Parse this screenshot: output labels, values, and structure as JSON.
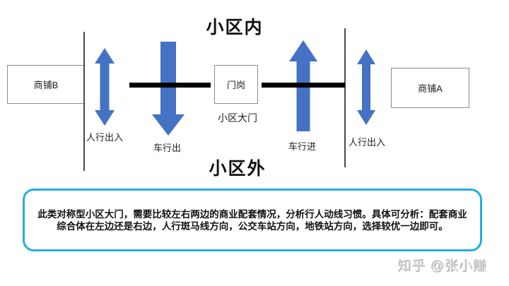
{
  "diagram": {
    "title_inside": "小区内",
    "title_outside": "小区外",
    "boxes": {
      "shop_b": "商铺B",
      "gate_post": "门岗",
      "shop_a": "商铺A"
    },
    "labels": {
      "gate": "小区大门",
      "pedestrian_left": "人行出入",
      "vehicle_out": "车行出",
      "vehicle_in": "车行进",
      "pedestrian_right": "人行出入"
    }
  },
  "note": {
    "text": "此类对称型小区大门，需要比较左右两边的商业配套情况，分析行人动线习惯。具体可分析：配套商业综合体在左边还是右边，人行斑马线方向，公交车站方向，地铁站方向，选择较优一边即可。"
  },
  "watermark": {
    "text": "知乎 @张小赚"
  },
  "colors": {
    "arrow_blue": "#4472C4",
    "wall_black": "#000000",
    "boundary_gray": "#4a4a4a",
    "note_border_cyan": "#29abdf"
  }
}
